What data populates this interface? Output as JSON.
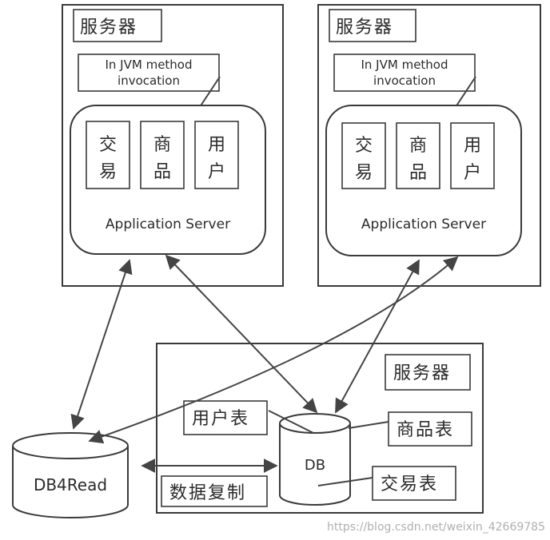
{
  "server_left": {
    "label": "服务器",
    "invocation_line1": "In JVM method",
    "invocation_line2": "invocation",
    "modules": [
      {
        "char1": "交",
        "char2": "易"
      },
      {
        "char1": "商",
        "char2": "品"
      },
      {
        "char1": "用",
        "char2": "户"
      }
    ],
    "app_server_label": "Application Server"
  },
  "server_right": {
    "label": "服务器",
    "invocation_line1": "In JVM method",
    "invocation_line2": "invocation",
    "modules": [
      {
        "char1": "交",
        "char2": "易"
      },
      {
        "char1": "商",
        "char2": "品"
      },
      {
        "char1": "用",
        "char2": "户"
      }
    ],
    "app_server_label": "Application Server"
  },
  "db_server": {
    "label": "服务器",
    "db_label": "DB",
    "tables": {
      "user": "用户表",
      "product": "商品表",
      "trade": "交易表"
    },
    "replication_label": "数据复制"
  },
  "read_db": {
    "label": "DB4Read"
  },
  "watermark": "https://blog.csdn.net/weixin_42669785"
}
